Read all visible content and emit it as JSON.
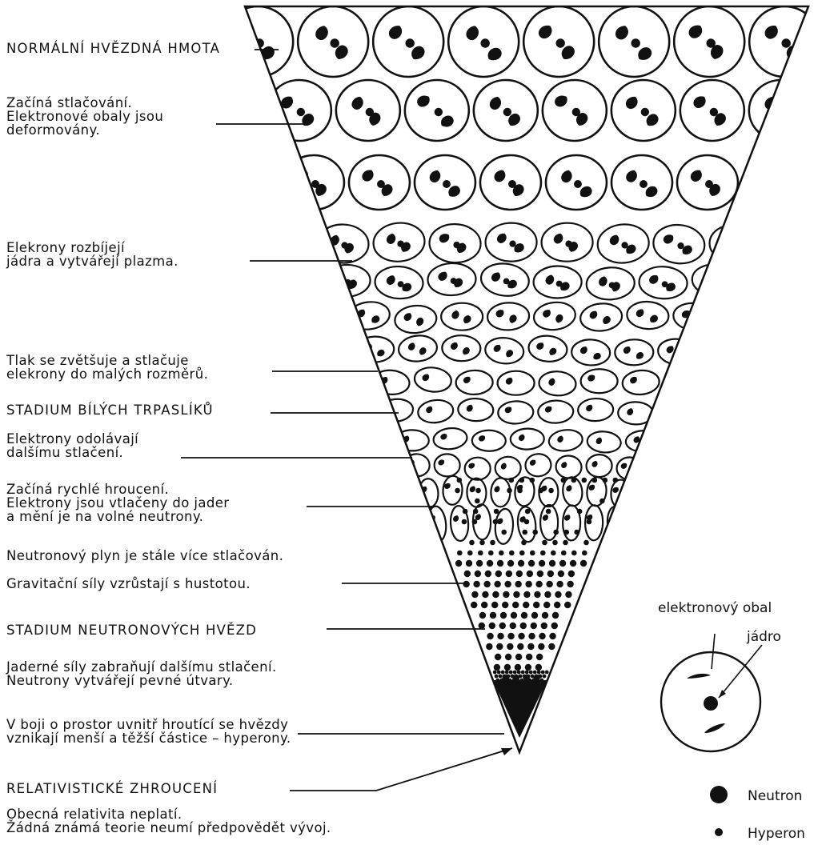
{
  "stages": [
    {
      "id": "normal",
      "lines": [
        "NORMÁLNÍ HVĚZDNÁ HMOTA"
      ]
    },
    {
      "id": "compress",
      "lines": [
        "Začíná stlačování.",
        "Elektronové obaly jsou",
        "deformovány."
      ]
    },
    {
      "id": "plasma",
      "lines": [
        "Elekrony rozbíjejí",
        "jádra a vytvářejí plazma."
      ]
    },
    {
      "id": "pressure",
      "lines": [
        "Tlak se zvětšuje a stlačuje",
        "elekrony do malých rozměrů."
      ]
    },
    {
      "id": "white-dwarf",
      "lines": [
        "STADIUM BÍLÝCH TRPASLÍKŮ"
      ]
    },
    {
      "id": "resist",
      "lines": [
        "Elektrony odolávají",
        "dalšímu stlačení."
      ]
    },
    {
      "id": "collapse",
      "lines": [
        "Začíná rychlé hroucení.",
        "Elektrony jsou vtlačeny do jader",
        "a mění je na volné neutrony."
      ]
    },
    {
      "id": "neutron-gas",
      "lines": [
        "Neutronový plyn je stále více stlačován.",
        "Gravitační síly vzrůstají s hustotou."
      ]
    },
    {
      "id": "neutron-star",
      "lines": [
        "STADIUM NEUTRONOVÝCH HVĚZD"
      ]
    },
    {
      "id": "nuclear",
      "lines": [
        "Jaderné síly zabraňují dalšímu stlačení.",
        "Neutrony vytvářejí pevné útvary."
      ]
    },
    {
      "id": "hyperon",
      "lines": [
        "V boji o prostor uvnitř hroutící se hvězdy",
        "vznikají menší a těžší částice – hyperony."
      ]
    },
    {
      "id": "relativistic",
      "lines": [
        "RELATIVISTICKÉ ZHROUCENÍ",
        "Obecná relativita neplatí.",
        "Žádná známá teorie neumí předpovědět vývoj."
      ]
    }
  ],
  "legend": {
    "shell_label": "elektronový obal",
    "nucleus_label": "jádro",
    "neutron_label": "Neutron",
    "hyperon_label": "Hyperon"
  },
  "colors": {
    "ink": "#111111",
    "paper": "#ffffff"
  }
}
